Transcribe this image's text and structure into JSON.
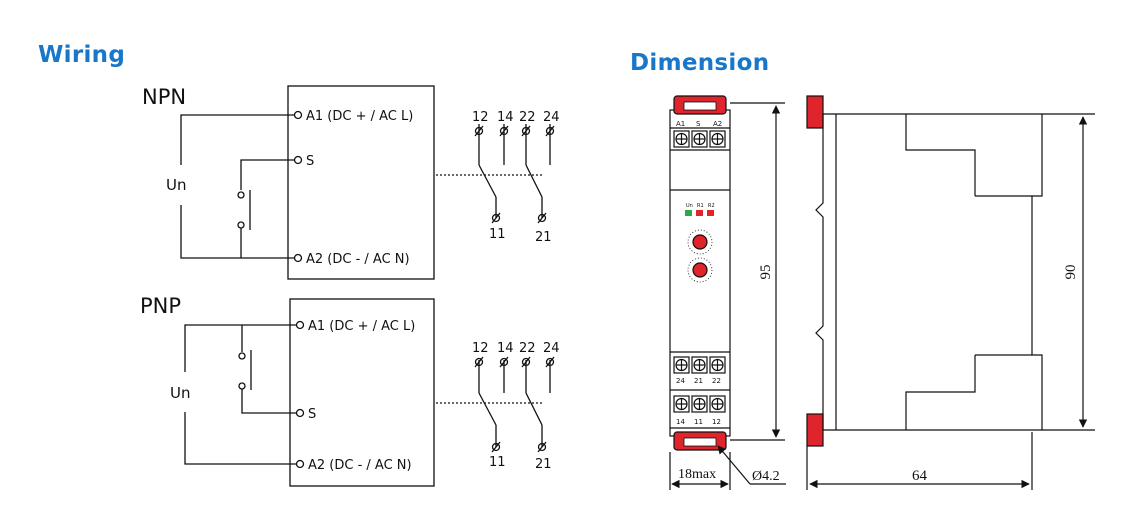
{
  "wiring": {
    "title": "Wiring",
    "npn": {
      "label": "NPN",
      "terminals": {
        "a1": "A1 (DC +  / AC L)",
        "s": "S",
        "a2": "A2 (DC -  / AC N)"
      },
      "supply": "Un",
      "contacts_top": [
        "12",
        "14",
        "22",
        "24"
      ],
      "contacts_bottom": [
        "11",
        "21"
      ]
    },
    "pnp": {
      "label": "PNP",
      "terminals": {
        "a1": "A1 (DC +  / AC L)",
        "s": "S",
        "a2": "A2 (DC -  / AC N)"
      },
      "supply": "Un",
      "contacts_top": [
        "12",
        "14",
        "22",
        "24"
      ],
      "contacts_bottom": [
        "11",
        "21"
      ]
    }
  },
  "dimension": {
    "title": "Dimension",
    "front": {
      "top_terminals": [
        "A1",
        "S",
        "A2"
      ],
      "mid_terminals": [
        "24",
        "21",
        "22"
      ],
      "bottom_terminals": [
        "14",
        "11",
        "12"
      ],
      "leds": [
        "Un",
        "R1",
        "R2"
      ],
      "height": "95",
      "width": "18max",
      "hole": "Ø4.2"
    },
    "side": {
      "height": "90",
      "depth": "64"
    },
    "colors": {
      "title": "#1877c9",
      "clip": "#e0242c",
      "led_green": "#2aa84a",
      "led_red": "#e0242c"
    }
  }
}
